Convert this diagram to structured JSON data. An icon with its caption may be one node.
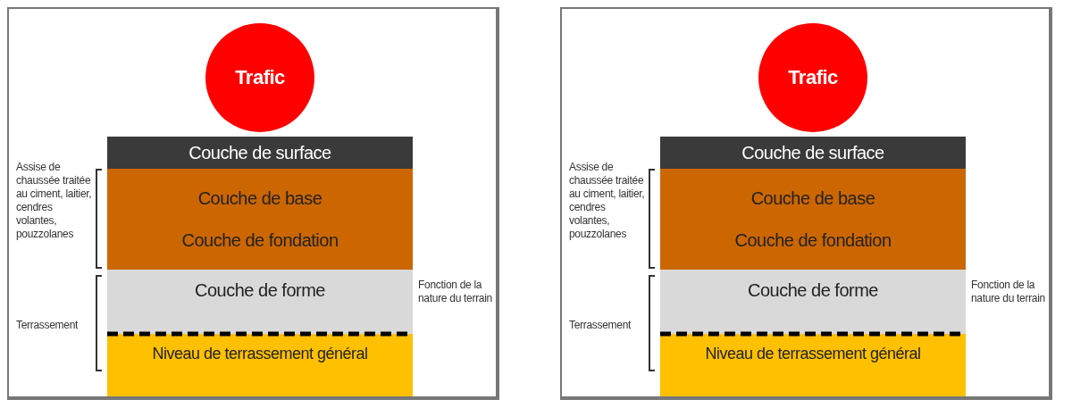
{
  "diagram": {
    "nodes": [
      {
        "text": [
          "Trafic"
        ]
      },
      {
        "text": [
          "Couche de surface"
        ]
      },
      {
        "text": [
          "Couche de base",
          "Couche de fondation"
        ]
      },
      {
        "text": [
          "Couche de forme"
        ]
      },
      {
        "text": [
          "Niveau de terrassement général"
        ]
      },
      {
        "text": [
          "Trafic"
        ]
      },
      {
        "text": [
          "Couche de surface"
        ]
      },
      {
        "text": [
          "Couche de base",
          "Couche de fondation"
        ]
      },
      {
        "text": [
          "Couche de forme"
        ]
      },
      {
        "text": [
          "Niveau de terrassement général"
        ]
      }
    ],
    "edges": [],
    "labels": [
      "Assise de chaussée traitée au ciment, laitier, cendres volantes, pouzzolanes",
      "Terrassement",
      "Fonction de la nature du terrain",
      "Assise de chaussée traitée au ciment, laitier, cendres volantes, pouzzolanes",
      "Terrassement",
      "Fonction de la nature du terrain"
    ]
  }
}
